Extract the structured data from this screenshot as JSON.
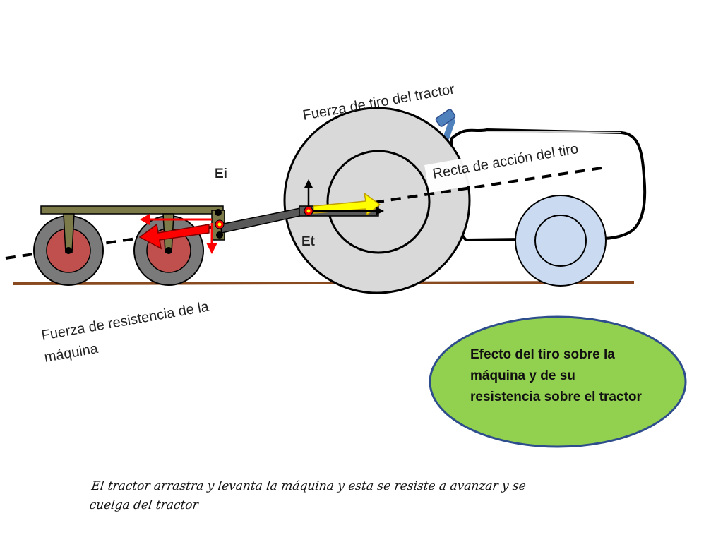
{
  "labels": {
    "fuerza_tiro": "Fuerza de tiro del tractor",
    "recta_accion": "Recta de acción del tiro",
    "ei": "Ei",
    "et": "Et",
    "fuerza_resistencia_1": "Fuerza de resistencia de la",
    "fuerza_resistencia_2": "máquina"
  },
  "effect_text": "Efecto del tiro sobre la máquina y de su resistencia sobre el tractor",
  "caption": "El tractor arrastra y levanta la máquina y esta se resiste a avanzar y se cuelga del tractor",
  "colors": {
    "ground": "#8a4a1f",
    "tractor_wheel": "#d9d9d9",
    "front_wheel": "#c9daf1",
    "trailer_tire": "#7a7a7a",
    "trailer_hub": "#c0504d",
    "trailer_frame": "#7d7a4a",
    "drawbar": "#595959",
    "resistance_arrow": "#ff0000",
    "pull_arrow": "#ffff00",
    "lever": "#4f81bd",
    "effect_ellipse_fill": "#92d050",
    "effect_ellipse_border": "#2e4d8c"
  }
}
